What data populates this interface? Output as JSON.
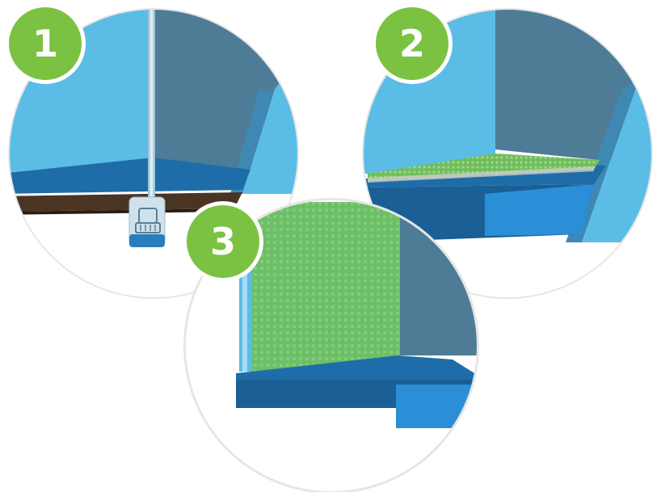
{
  "steps": [
    {
      "number": "1",
      "icon": "sump-pump-icon"
    },
    {
      "number": "2",
      "icon": "dimple-membrane-floor"
    },
    {
      "number": "3",
      "icon": "dimple-membrane-wall"
    }
  ],
  "colors": {
    "badge_green": "#7cc242",
    "wall_light_blue": "#5bbde6",
    "wall_dark": "#4e7c96",
    "floor_blue": "#1e6da8",
    "floor_edge": "#2a8fd6",
    "membrane_green": "#6fbd5c",
    "soil_brown": "#4a3424",
    "circle_border": "#e6e6e6"
  }
}
